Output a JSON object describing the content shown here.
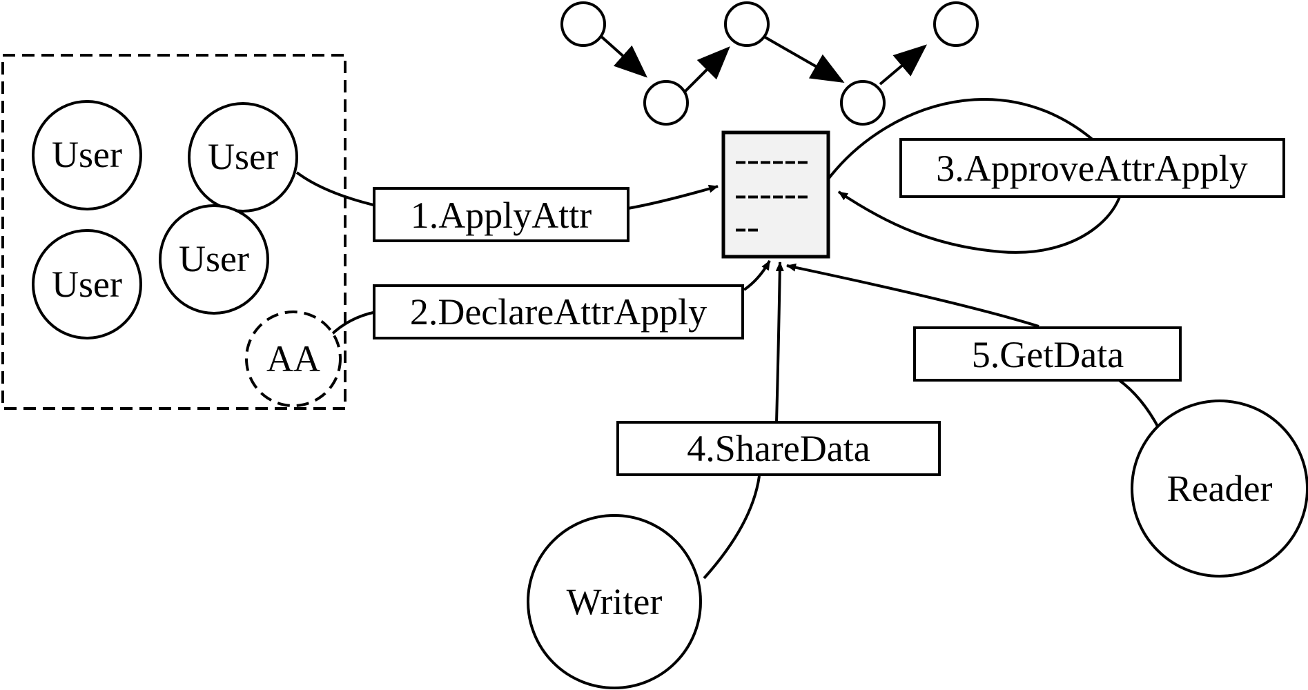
{
  "nodes": {
    "user_1": "User",
    "user_2": "User",
    "user_3": "User",
    "user_4": "User",
    "aa": "AA",
    "writer": "Writer",
    "reader": "Reader"
  },
  "document": {
    "line_1": "------",
    "line_2": "------",
    "line_3": "--"
  },
  "steps": {
    "step_1": "1.ApplyAttr",
    "step_2": "2.DeclareAttrApply",
    "step_3": "3.ApproveAttrApply",
    "step_4": "4.ShareData",
    "step_5": "5.GetData"
  }
}
